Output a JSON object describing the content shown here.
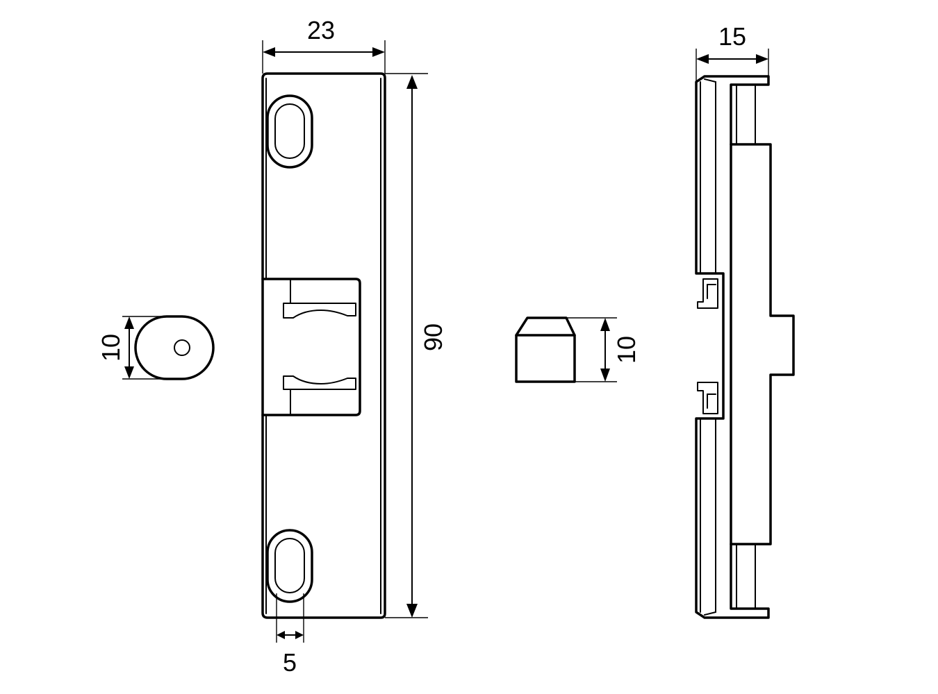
{
  "dimensions": {
    "plate_width": "23",
    "plate_height": "90",
    "slot_width": "5",
    "roller_diameter": "10",
    "block_height": "10",
    "side_depth": "15"
  }
}
